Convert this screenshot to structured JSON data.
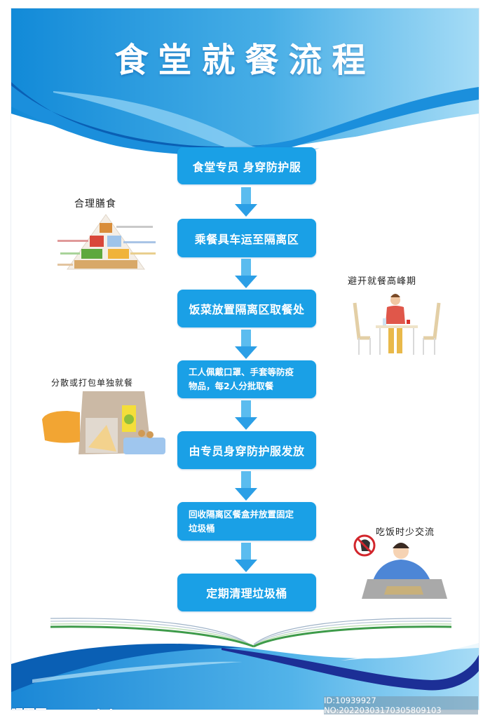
{
  "poster": {
    "title": "食堂就餐流程",
    "colors": {
      "step_box": "#1aa0e6",
      "arrow": "#3aa9ea",
      "wave_dark": "#0059b0",
      "wave_mid": "#1c8fdc",
      "wave_light": "#9fd6f5",
      "book_green": "#3e9b4a"
    },
    "steps": [
      {
        "text": "食堂专员 身穿防护服"
      },
      {
        "text": "乘餐具车运至隔离区"
      },
      {
        "text": "饭菜放置隔离区取餐处"
      },
      {
        "line1": "工人佩戴口罩、手套等防疫",
        "line2": "物品，每2人分批取餐"
      },
      {
        "text": "由专员身穿防护服发放"
      },
      {
        "line1": "回收隔离区餐盒并放置固定",
        "line2": "垃圾桶"
      },
      {
        "text": "定期清理垃圾桶"
      }
    ],
    "side_tips": [
      {
        "label": "合理膳食",
        "icon": "food-pyramid-icon"
      },
      {
        "label": "避开就餐高峰期",
        "icon": "man-at-table-icon"
      },
      {
        "label": "分散或打包单独就餐",
        "icon": "packed-lunch-icon"
      },
      {
        "label": "吃饭时少交流",
        "icon": "no-talking-eating-icon"
      }
    ]
  },
  "watermark": {
    "site": "昵图网 www.nipic.com",
    "id_text": "ID:10939927 NO:20220303170305809103"
  }
}
